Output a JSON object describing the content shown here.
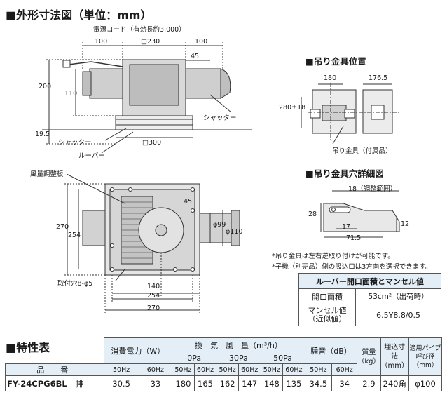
{
  "outline_title": "■外形寸法図（単位：mm）",
  "hanger_title": "■吊り金具位置",
  "hanger_hole_title": "■吊り金具穴詳細図",
  "specs_title": "■特性表",
  "front": {
    "cord": "電源コード（有効長約3,000）",
    "d100a": "100",
    "d230": "□230",
    "d100b": "100",
    "d45": "45",
    "d200": "200",
    "d110": "110",
    "d195": "19.5",
    "shutter_right": "シャッター",
    "shutter_left": "シャッター",
    "louver": "ルーバー",
    "d300": "□300"
  },
  "plan": {
    "damper": "風量調整板",
    "d270v": "270",
    "d254v": "254",
    "d45": "45",
    "phi99": "φ99",
    "phi110": "φ110",
    "mount": "取付穴8-φ5",
    "d140": "140",
    "d254h": "254",
    "d270h": "270"
  },
  "hanger": {
    "d180": "180",
    "d1765": "176.5",
    "d280": "280±18",
    "part": "吊り金具（付属品）"
  },
  "hole": {
    "adjust": "18（調整範囲）",
    "d28": "28",
    "d12": "12",
    "d17": "17",
    "d715": "71.5"
  },
  "notes": [
    "*吊り金具は左右逆取り付けが可能です。",
    "*子機（別売品）側の吸込口は3方向を選択できます。"
  ],
  "manshell": {
    "title": "ルーバー開口面積とマンセル値",
    "area_label": "開口面積",
    "area_value": "53cm²（出荷時）",
    "munsell_label": "マンセル値",
    "munsell_sub": "（近似値）",
    "munsell_value": "6.5Y8.8/0.5"
  },
  "specs": {
    "col_model": "品　番",
    "col_power": "消費電力（W）",
    "col_airflow": "換　気　風　量（m³/h）",
    "col_0pa": "0Pa",
    "col_30pa": "30Pa",
    "col_50pa": "50Pa",
    "col_noise": "騒音（dB）",
    "col_mass": "質量（kg）",
    "col_ceiling": "埋込寸法（mm）",
    "col_pipe": "適用パイプ呼び径（mm）",
    "hz50": "50Hz",
    "hz60": "60Hz",
    "row": {
      "model": "FY-24CPG6BL",
      "type": "排",
      "power_50": "30.5",
      "power_60": "33",
      "pa0_50": "180",
      "pa0_60": "165",
      "pa30_50": "162",
      "pa30_60": "147",
      "pa50_50": "148",
      "pa50_60": "135",
      "noise_50": "34.5",
      "noise_60": "34",
      "mass": "2.9",
      "ceiling": "240角",
      "pipe": "φ100"
    }
  }
}
